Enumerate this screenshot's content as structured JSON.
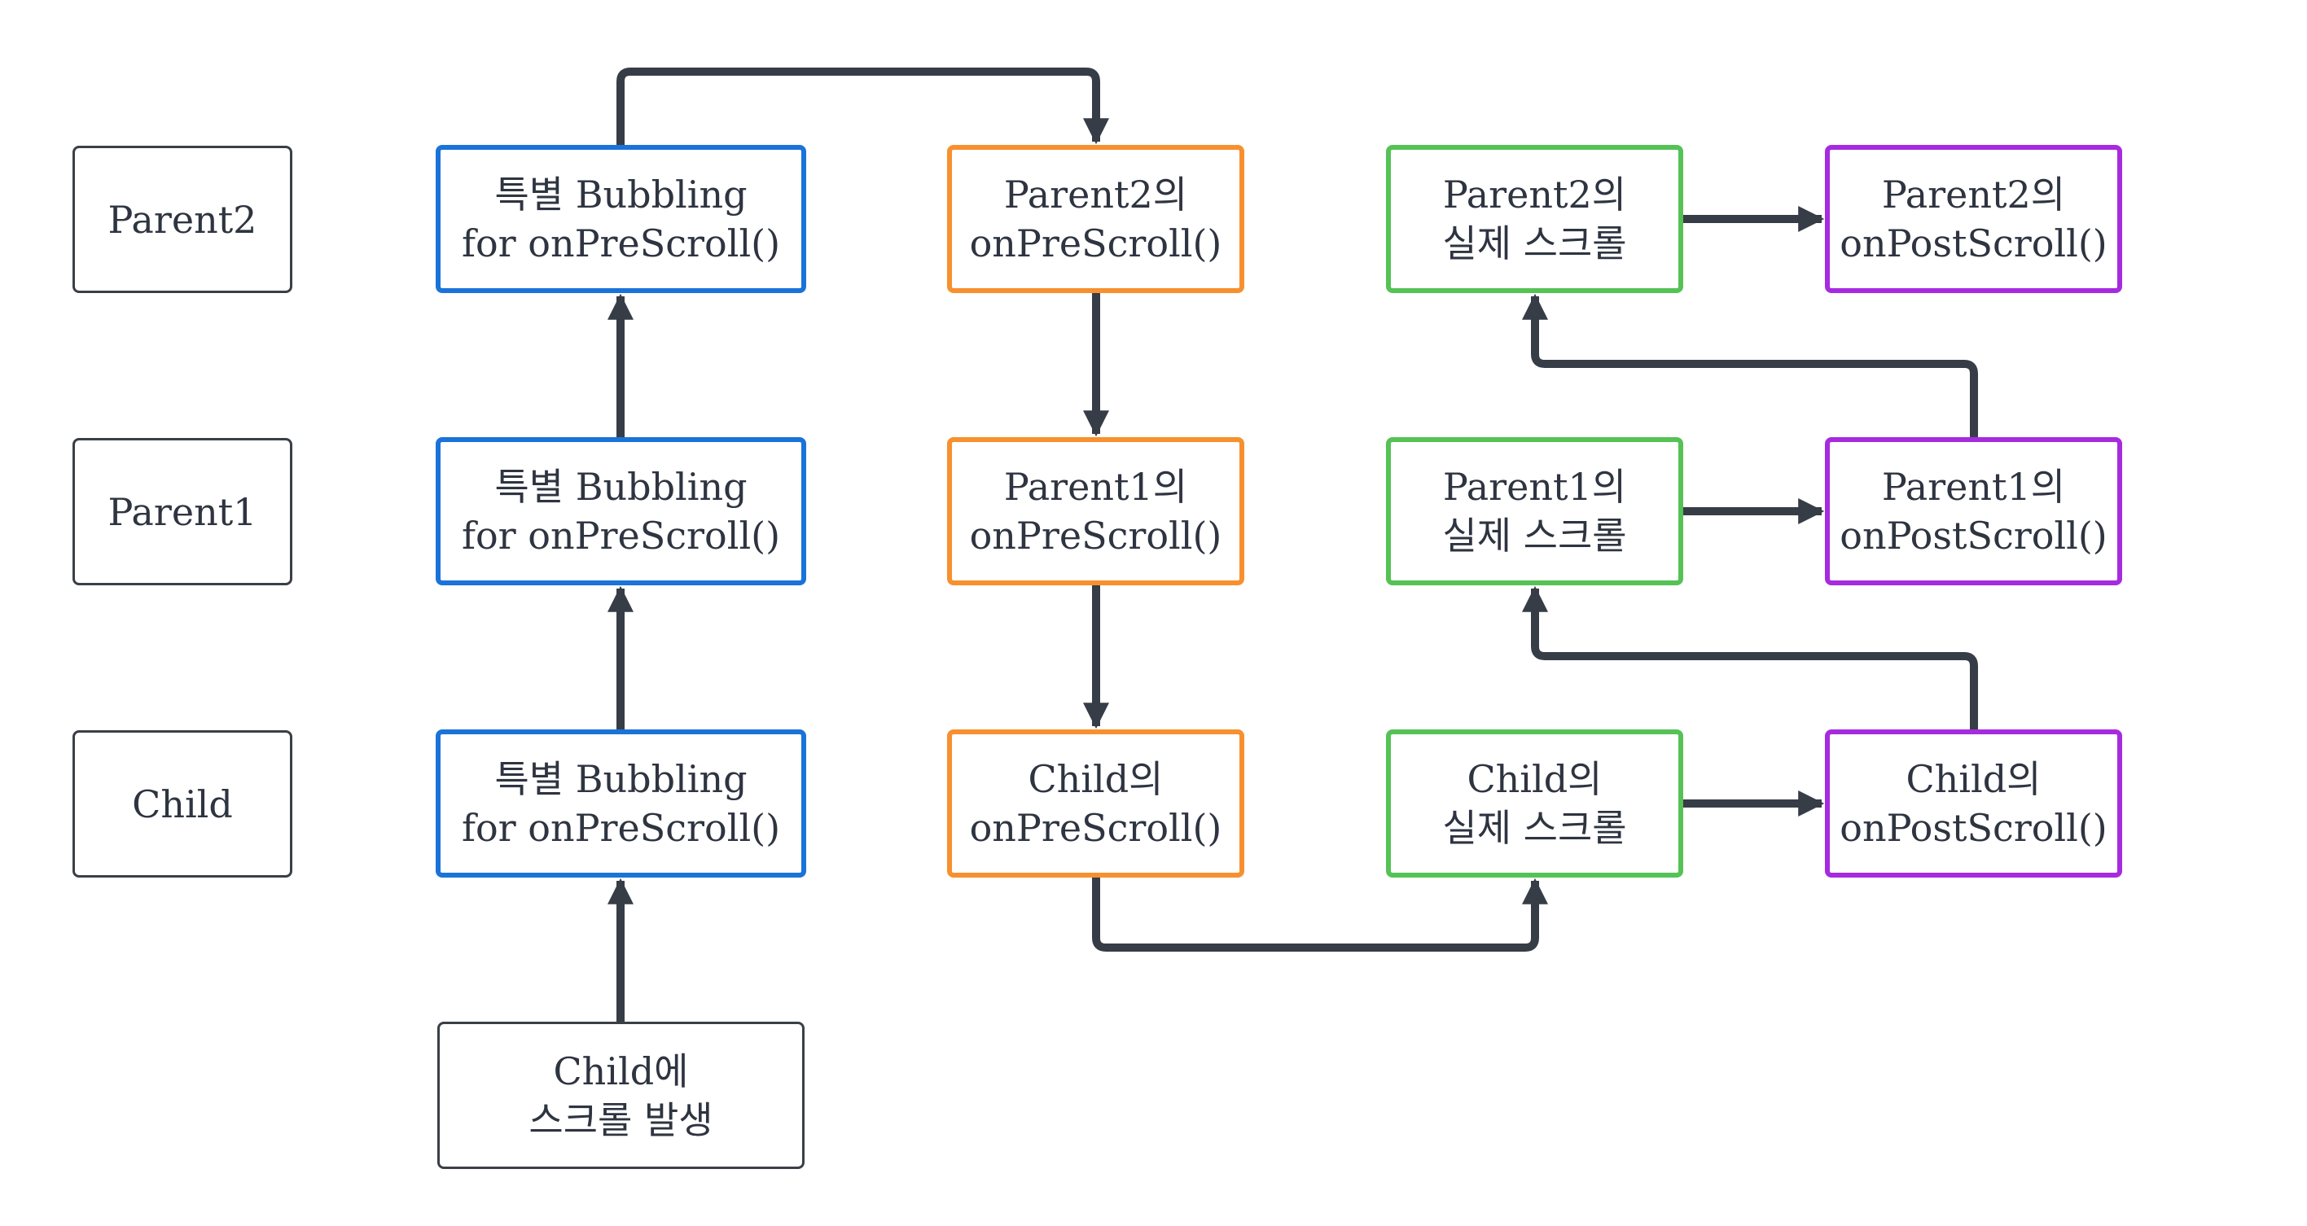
{
  "colors": {
    "edge": "#373d47",
    "label_border": "#3a3f47",
    "bubbling_border": "#1a73d9",
    "prescroll_border": "#f7902e",
    "scroll_border": "#55c256",
    "postscroll_border": "#a62be0",
    "text": "#2e3440"
  },
  "row_labels": {
    "parent2": "Parent2",
    "parent1": "Parent1",
    "child": "Child"
  },
  "bubbling": {
    "parent2": {
      "line1": "특별 Bubbling",
      "line2": "for onPreScroll()"
    },
    "parent1": {
      "line1": "특별 Bubbling",
      "line2": "for onPreScroll()"
    },
    "child": {
      "line1": "특별 Bubbling",
      "line2": "for onPreScroll()"
    }
  },
  "start": {
    "line1": "Child에",
    "line2": "스크롤 발생"
  },
  "prescroll": {
    "parent2": {
      "line1": "Parent2의",
      "line2": "onPreScroll()"
    },
    "parent1": {
      "line1": "Parent1의",
      "line2": "onPreScroll()"
    },
    "child": {
      "line1": "Child의",
      "line2": "onPreScroll()"
    }
  },
  "scroll": {
    "parent2": {
      "line1": "Parent2의",
      "line2": "실제 스크롤"
    },
    "parent1": {
      "line1": "Parent1의",
      "line2": "실제 스크롤"
    },
    "child": {
      "line1": "Child의",
      "line2": "실제 스크롤"
    }
  },
  "postscroll": {
    "parent2": {
      "line1": "Parent2의",
      "line2": "onPostScroll()"
    },
    "parent1": {
      "line1": "Parent1의",
      "line2": "onPostScroll()"
    },
    "child": {
      "line1": "Child의",
      "line2": "onPostScroll()"
    }
  }
}
